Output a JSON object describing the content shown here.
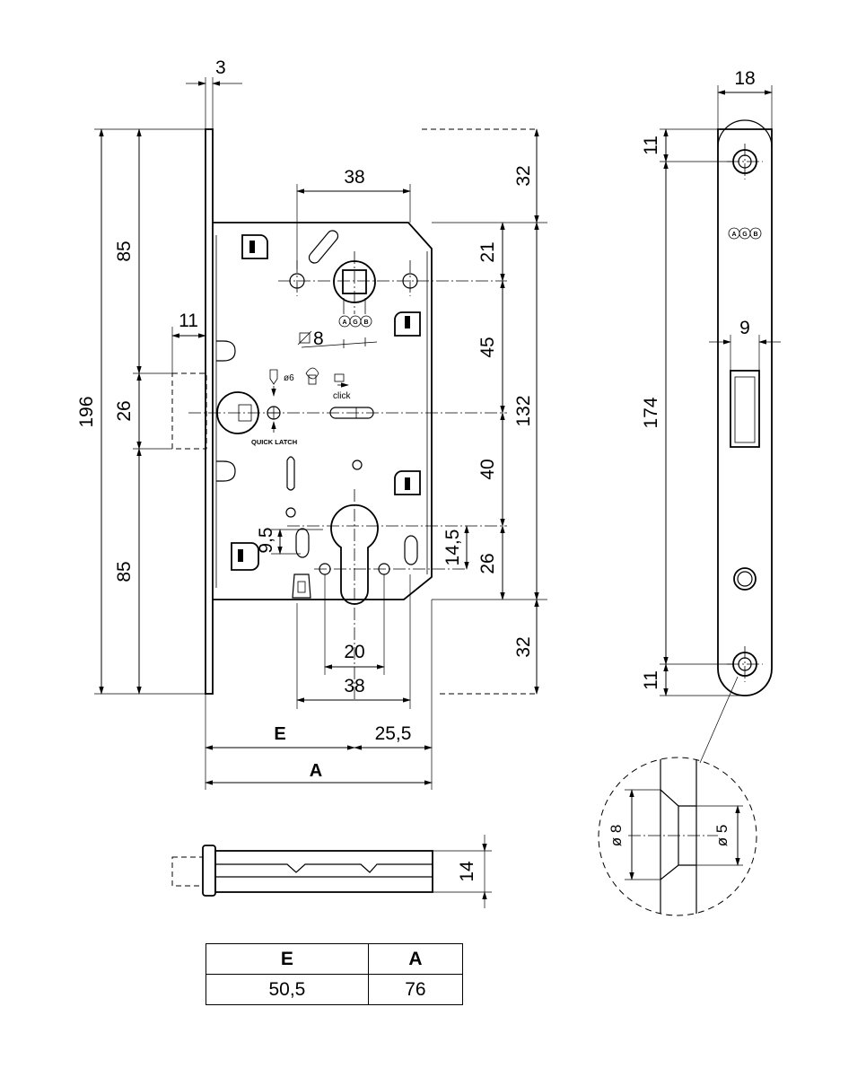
{
  "dimensions": {
    "faceplate_thickness": "3",
    "top_hole_spacing": "38",
    "bottom_hole_spacing": "38",
    "cylinder_hole_spacing": "20",
    "total_height": "196",
    "upper_section": "85",
    "latch_height": "26",
    "lower_section": "85",
    "latch_projection": "11",
    "top_offset": "32",
    "bottom_offset": "32",
    "upper_spacing": "21",
    "handle_to_latch": "45",
    "body_height": "132",
    "latch_to_cylinder": "40",
    "cylinder_height": "26",
    "cylinder_offset": "14,5",
    "cylinder_hole_offset": "9,5",
    "spindle_square": "8",
    "strike_width": "18",
    "strike_screw_top": "11",
    "strike_screw_bottom": "11",
    "strike_length": "174",
    "strike_opening_width": "9",
    "bolt_thickness": "14",
    "countersink_outer": "ø 8",
    "countersink_inner": "ø 5",
    "backset_e_label": "E",
    "backset_value": "25,5",
    "depth_a_label": "A"
  },
  "annotations": {
    "spindle_diameter": "ø6",
    "click_label": "click",
    "quick_latch_label": "QUICK LATCH",
    "brand_a": "A",
    "brand_g": "G",
    "brand_b": "B"
  },
  "spec_table": {
    "headers": [
      "E",
      "A"
    ],
    "row": [
      "50,5",
      "76"
    ]
  }
}
